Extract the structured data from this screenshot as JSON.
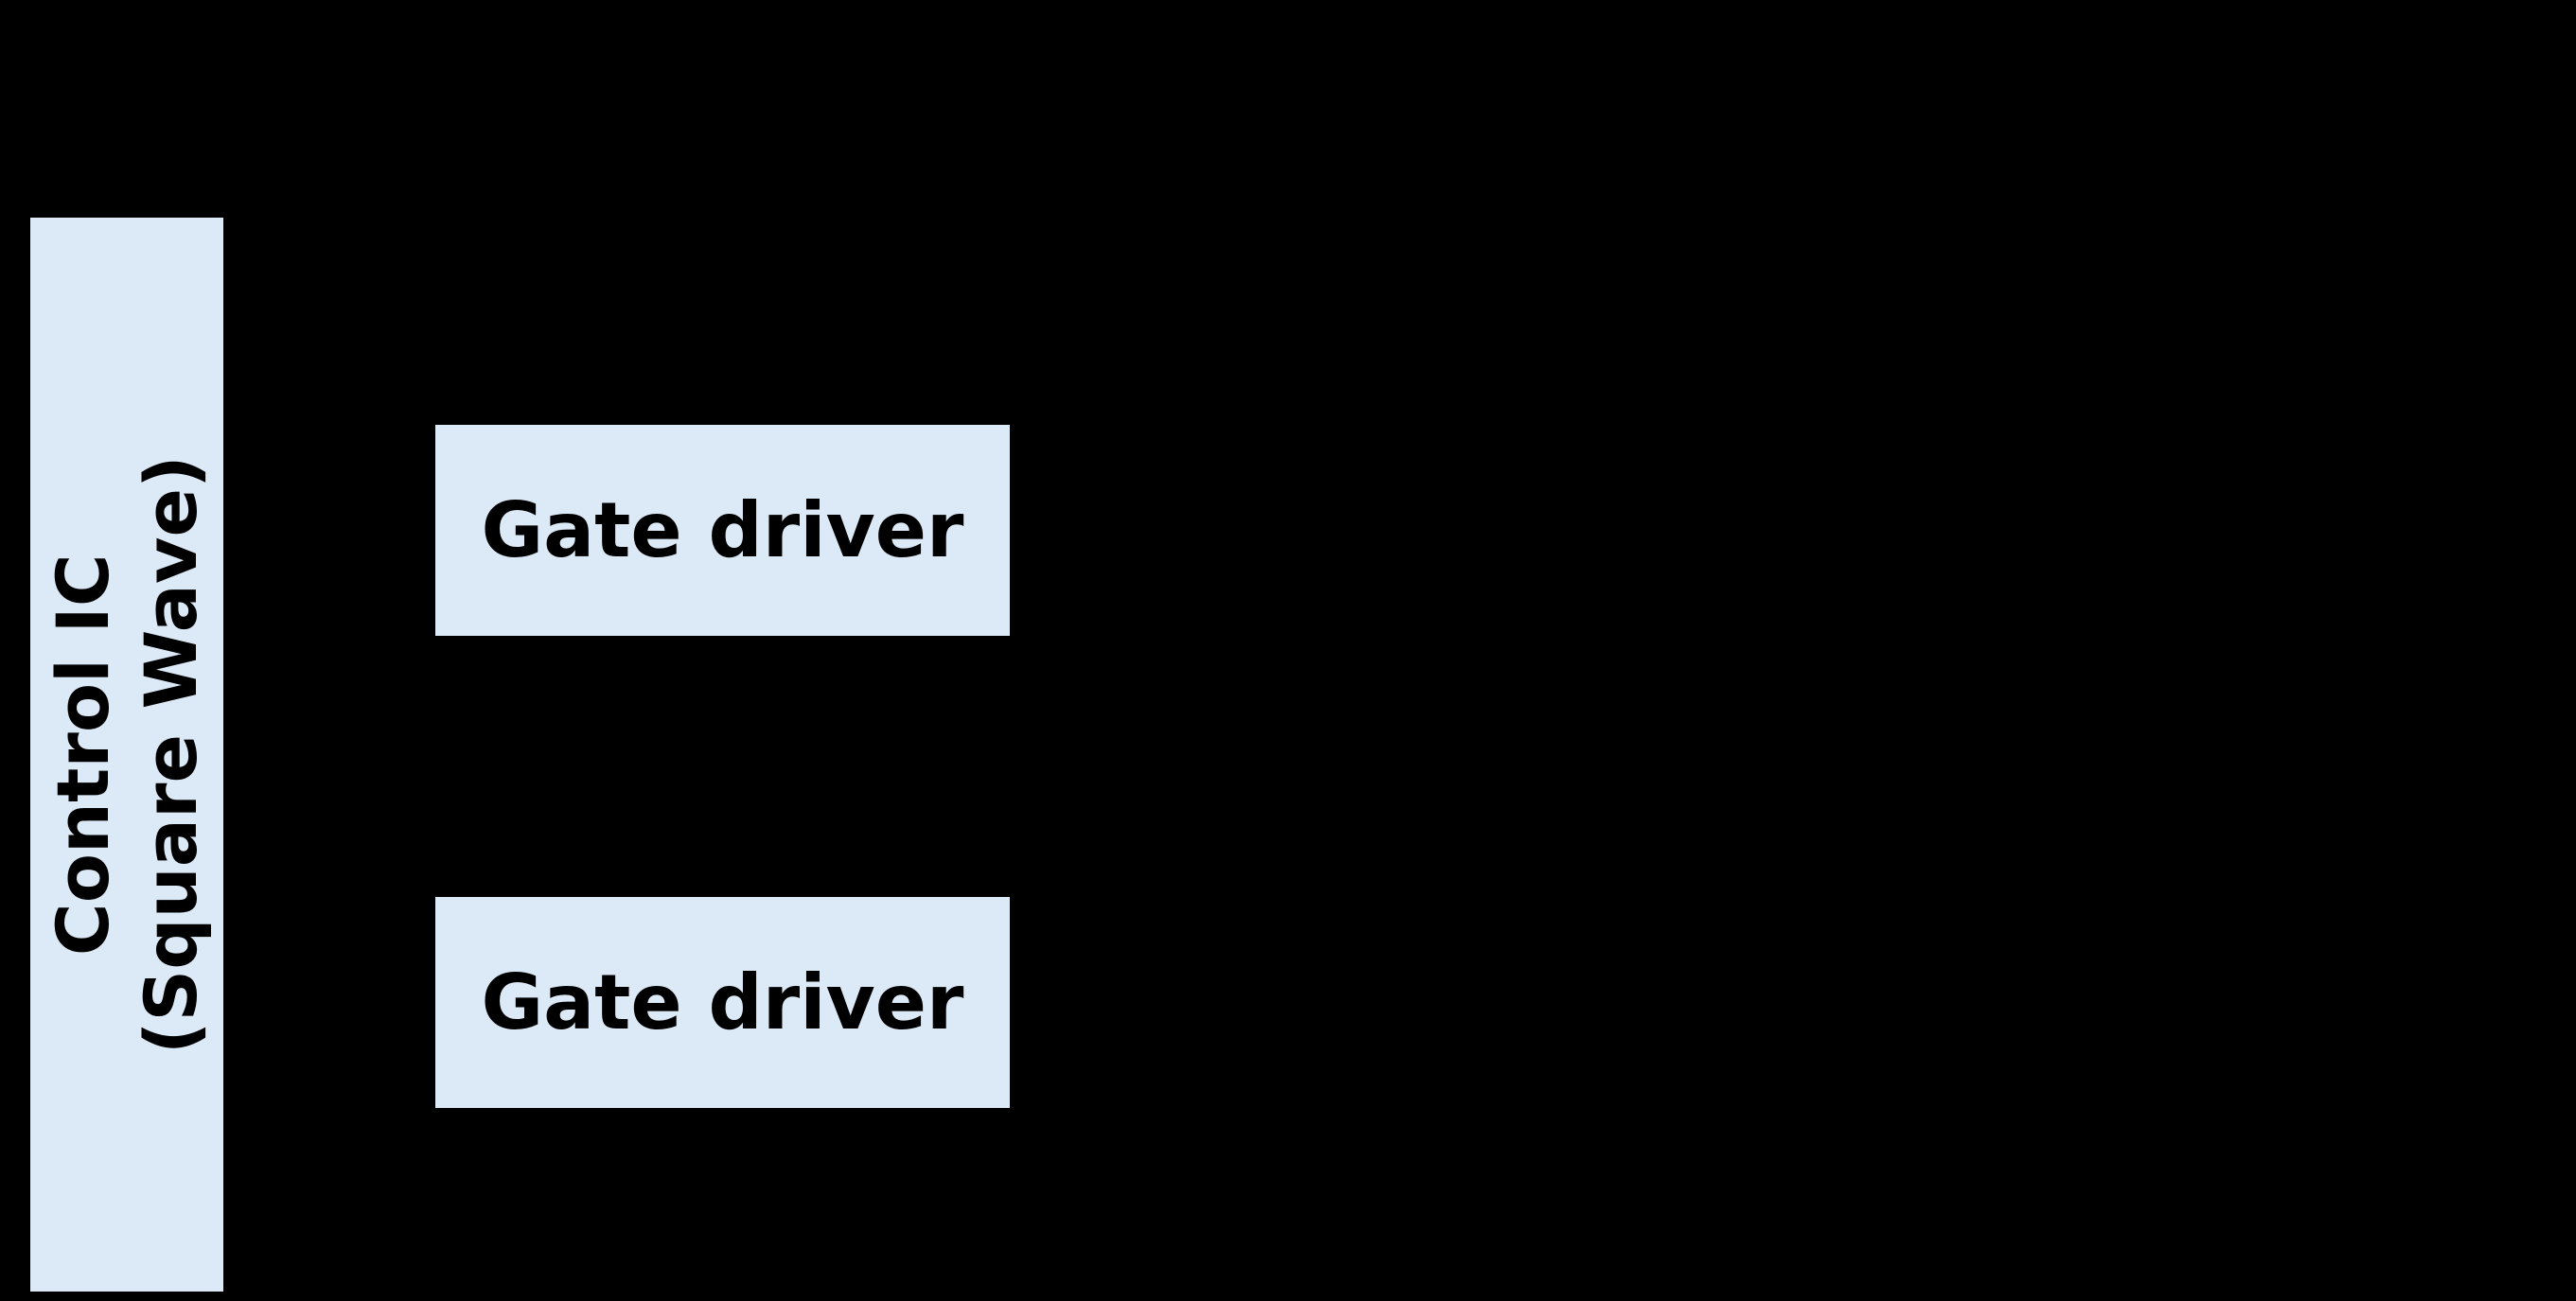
{
  "diagram": {
    "background_color": "#000000",
    "box_fill": "#DCE9F6",
    "text_color": "#000000",
    "control_ic": {
      "line1": "Control IC",
      "line2": "(Square Wave)"
    },
    "gate_drivers": [
      {
        "label": "Gate driver"
      },
      {
        "label": "Gate driver"
      }
    ]
  }
}
